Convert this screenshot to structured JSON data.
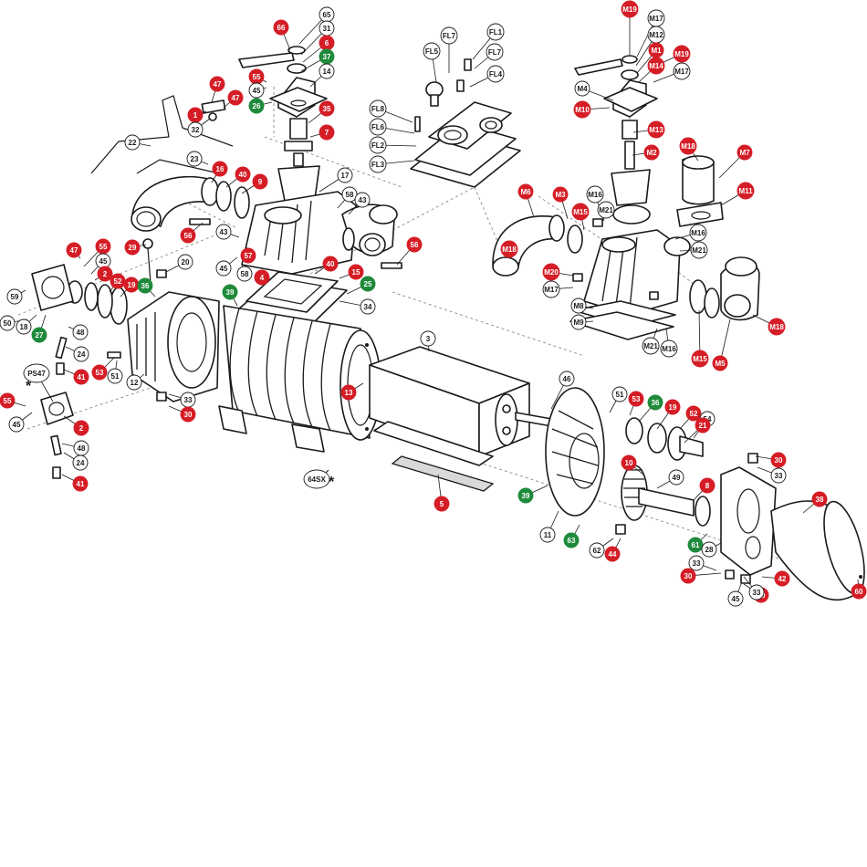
{
  "colors": {
    "red": "#d51d26",
    "green": "#1f8a3b",
    "white": "#ffffff",
    "ink": "#1a1a1a"
  },
  "asterisk": "*",
  "labels": [
    {
      "t": "66",
      "c": "red"
    },
    {
      "t": "65",
      "c": "white"
    },
    {
      "t": "31",
      "c": "white"
    },
    {
      "t": "6",
      "c": "red"
    },
    {
      "t": "37",
      "c": "green"
    },
    {
      "t": "14",
      "c": "white"
    },
    {
      "t": "55",
      "c": "red"
    },
    {
      "t": "45",
      "c": "white"
    },
    {
      "t": "26",
      "c": "green"
    },
    {
      "t": "35",
      "c": "red"
    },
    {
      "t": "47",
      "c": "red"
    },
    {
      "t": "47",
      "c": "red"
    },
    {
      "t": "1",
      "c": "red"
    },
    {
      "t": "32",
      "c": "white"
    },
    {
      "t": "22",
      "c": "white"
    },
    {
      "t": "7",
      "c": "red"
    },
    {
      "t": "23",
      "c": "white"
    },
    {
      "t": "16",
      "c": "red"
    },
    {
      "t": "40",
      "c": "red"
    },
    {
      "t": "9",
      "c": "red"
    },
    {
      "t": "17",
      "c": "white"
    },
    {
      "t": "58",
      "c": "white"
    },
    {
      "t": "43",
      "c": "white"
    },
    {
      "t": "56",
      "c": "red"
    },
    {
      "t": "43",
      "c": "white"
    },
    {
      "t": "57",
      "c": "red"
    },
    {
      "t": "58",
      "c": "white"
    },
    {
      "t": "45",
      "c": "white"
    },
    {
      "t": "56",
      "c": "red"
    },
    {
      "t": "40",
      "c": "red"
    },
    {
      "t": "15",
      "c": "red"
    },
    {
      "t": "4",
      "c": "red"
    },
    {
      "t": "25",
      "c": "green"
    },
    {
      "t": "34",
      "c": "white"
    },
    {
      "t": "29",
      "c": "red"
    },
    {
      "t": "20",
      "c": "white"
    },
    {
      "t": "47",
      "c": "red"
    },
    {
      "t": "55",
      "c": "red"
    },
    {
      "t": "45",
      "c": "white"
    },
    {
      "t": "2",
      "c": "red"
    },
    {
      "t": "52",
      "c": "red"
    },
    {
      "t": "19",
      "c": "red"
    },
    {
      "t": "36",
      "c": "green"
    },
    {
      "t": "39",
      "c": "green"
    },
    {
      "t": "59",
      "c": "white"
    },
    {
      "t": "50",
      "c": "white"
    },
    {
      "t": "18",
      "c": "white"
    },
    {
      "t": "27",
      "c": "green"
    },
    {
      "t": "48",
      "c": "white"
    },
    {
      "t": "24",
      "c": "white"
    },
    {
      "t": "53",
      "c": "red"
    },
    {
      "t": "51",
      "c": "white"
    },
    {
      "t": "41",
      "c": "red"
    },
    {
      "t": "12",
      "c": "white"
    },
    {
      "t": "PS47",
      "c": "white"
    },
    {
      "t": "55",
      "c": "red"
    },
    {
      "t": "45",
      "c": "white"
    },
    {
      "t": "2",
      "c": "red"
    },
    {
      "t": "48",
      "c": "white"
    },
    {
      "t": "24",
      "c": "white"
    },
    {
      "t": "41",
      "c": "red"
    },
    {
      "t": "33",
      "c": "white"
    },
    {
      "t": "30",
      "c": "red"
    },
    {
      "t": "13",
      "c": "red"
    },
    {
      "t": "3",
      "c": "white"
    },
    {
      "t": "64SX",
      "c": "white"
    },
    {
      "t": "5",
      "c": "red"
    },
    {
      "t": "46",
      "c": "white"
    },
    {
      "t": "51",
      "c": "white"
    },
    {
      "t": "53",
      "c": "red"
    },
    {
      "t": "36",
      "c": "green"
    },
    {
      "t": "19",
      "c": "red"
    },
    {
      "t": "52",
      "c": "red"
    },
    {
      "t": "54",
      "c": "white"
    },
    {
      "t": "21",
      "c": "red"
    },
    {
      "t": "10",
      "c": "red"
    },
    {
      "t": "30",
      "c": "red"
    },
    {
      "t": "33",
      "c": "white"
    },
    {
      "t": "49",
      "c": "white"
    },
    {
      "t": "8",
      "c": "red"
    },
    {
      "t": "38",
      "c": "red"
    },
    {
      "t": "39",
      "c": "green"
    },
    {
      "t": "11",
      "c": "white"
    },
    {
      "t": "63",
      "c": "green"
    },
    {
      "t": "62",
      "c": "white"
    },
    {
      "t": "44",
      "c": "red"
    },
    {
      "t": "61",
      "c": "green"
    },
    {
      "t": "28",
      "c": "white"
    },
    {
      "t": "33",
      "c": "white"
    },
    {
      "t": "30",
      "c": "red"
    },
    {
      "t": "45",
      "c": "white"
    },
    {
      "t": "42",
      "c": "red"
    },
    {
      "t": "30",
      "c": "red"
    },
    {
      "t": "33",
      "c": "white"
    },
    {
      "t": "60",
      "c": "red"
    },
    {
      "t": "FL5",
      "c": "white"
    },
    {
      "t": "FL7",
      "c": "white"
    },
    {
      "t": "FL1",
      "c": "white"
    },
    {
      "t": "FL7",
      "c": "white"
    },
    {
      "t": "FL4",
      "c": "white"
    },
    {
      "t": "FL8",
      "c": "white"
    },
    {
      "t": "FL6",
      "c": "white"
    },
    {
      "t": "FL2",
      "c": "white"
    },
    {
      "t": "FL3",
      "c": "white"
    },
    {
      "t": "M19",
      "c": "red"
    },
    {
      "t": "M17",
      "c": "white"
    },
    {
      "t": "M12",
      "c": "white"
    },
    {
      "t": "M1",
      "c": "red"
    },
    {
      "t": "M19",
      "c": "red"
    },
    {
      "t": "M14",
      "c": "red"
    },
    {
      "t": "M17",
      "c": "white"
    },
    {
      "t": "M4",
      "c": "white"
    },
    {
      "t": "M10",
      "c": "red"
    },
    {
      "t": "M13",
      "c": "red"
    },
    {
      "t": "M2",
      "c": "red"
    },
    {
      "t": "M18",
      "c": "red"
    },
    {
      "t": "M7",
      "c": "red"
    },
    {
      "t": "M6",
      "c": "red"
    },
    {
      "t": "M3",
      "c": "red"
    },
    {
      "t": "M16",
      "c": "white"
    },
    {
      "t": "M11",
      "c": "red"
    },
    {
      "t": "M15",
      "c": "red"
    },
    {
      "t": "M21",
      "c": "white"
    },
    {
      "t": "M16",
      "c": "white"
    },
    {
      "t": "M21",
      "c": "white"
    },
    {
      "t": "M18",
      "c": "red"
    },
    {
      "t": "M20",
      "c": "red"
    },
    {
      "t": "M17",
      "c": "white"
    },
    {
      "t": "M8",
      "c": "white"
    },
    {
      "t": "M9",
      "c": "white"
    },
    {
      "t": "M21",
      "c": "white"
    },
    {
      "t": "M16",
      "c": "white"
    },
    {
      "t": "M15",
      "c": "red"
    },
    {
      "t": "M5",
      "c": "red"
    },
    {
      "t": "M18",
      "c": "red"
    }
  ]
}
